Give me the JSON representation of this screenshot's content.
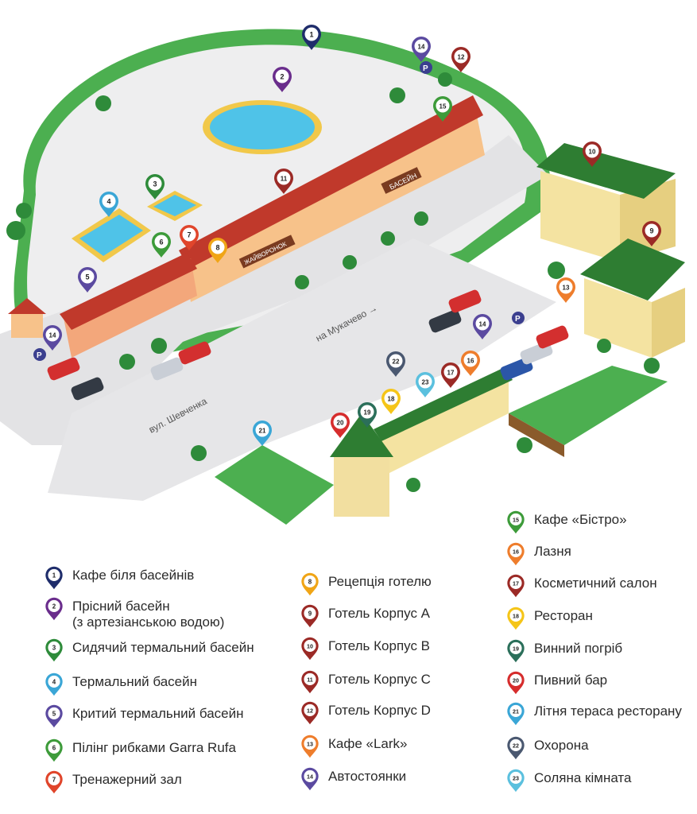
{
  "map": {
    "street_label": "вул. Шевченка",
    "direction_label": "на Мукачево →",
    "bath_sign": "БАСЕЙН",
    "shop_sign": "ЖАЙВОРОНОК",
    "parking_sign": "P"
  },
  "colors": {
    "grass": "#4caf50",
    "dark_grass": "#2e8b3a",
    "road": "#e3e3e5",
    "pool": "#4fc3e8",
    "roof_red": "#c0392b",
    "roof_green": "#2e7d32",
    "wall_yellow": "#f4e3a1",
    "wall_peach": "#f7c28a"
  },
  "legend": [
    {
      "num": "1",
      "label": "Кафе біля басейнів",
      "color": "#1f2d6b",
      "icon": "map-pin-icon"
    },
    {
      "num": "2",
      "label": "Прісний басейн",
      "label2": "(з артезіанською водою)",
      "color": "#6a2d8c",
      "icon": "map-pin-icon"
    },
    {
      "num": "3",
      "label": "Сидячий термальний басейн",
      "color": "#2e8b3a",
      "icon": "map-pin-icon"
    },
    {
      "num": "4",
      "label": "Термальний басейн",
      "color": "#3aa6d6",
      "icon": "map-pin-icon"
    },
    {
      "num": "5",
      "label": "Критий термальний басейн",
      "color": "#5b4aa0",
      "icon": "map-pin-icon"
    },
    {
      "num": "6",
      "label": "Пілінг рибками Garra Rufa",
      "color": "#3d9b3a",
      "icon": "map-pin-icon"
    },
    {
      "num": "7",
      "label": "Тренажерний зал",
      "color": "#e0452b",
      "icon": "map-pin-icon"
    },
    {
      "num": "8",
      "label": "Рецепція готелю",
      "color": "#f0a516",
      "icon": "map-pin-icon"
    },
    {
      "num": "9",
      "label": "Готель Корпус А",
      "color": "#9b2a26",
      "icon": "map-pin-icon"
    },
    {
      "num": "10",
      "label": "Готель Корпус В",
      "color": "#9b2a26",
      "icon": "map-pin-icon"
    },
    {
      "num": "11",
      "label": "Готель Корпус С",
      "color": "#9b2a26",
      "icon": "map-pin-icon"
    },
    {
      "num": "12",
      "label": "Готель Корпус D",
      "color": "#9b2a26",
      "icon": "map-pin-icon"
    },
    {
      "num": "13",
      "label": "Кафе «Lark»",
      "color": "#ee7d2c",
      "icon": "map-pin-icon"
    },
    {
      "num": "14",
      "label": "Автостоянки",
      "color": "#5b4aa0",
      "icon": "map-pin-icon"
    },
    {
      "num": "15",
      "label": "Кафе «Бістро»",
      "color": "#3d9b3a",
      "icon": "map-pin-icon"
    },
    {
      "num": "16",
      "label": "Лазня",
      "color": "#ee7d2c",
      "icon": "map-pin-icon"
    },
    {
      "num": "17",
      "label": "Косметичний салон",
      "color": "#9b2a26",
      "icon": "map-pin-icon"
    },
    {
      "num": "18",
      "label": "Ресторан",
      "color": "#f5c518",
      "icon": "map-pin-icon"
    },
    {
      "num": "19",
      "label": "Винний погріб",
      "color": "#2b6f5a",
      "icon": "map-pin-icon"
    },
    {
      "num": "20",
      "label": "Пивний бар",
      "color": "#d62d2d",
      "icon": "map-pin-icon"
    },
    {
      "num": "21",
      "label": "Літня тераса ресторану",
      "color": "#3aa6d6",
      "icon": "map-pin-icon"
    },
    {
      "num": "22",
      "label": "Охорона",
      "color": "#4a5870",
      "icon": "map-pin-icon"
    },
    {
      "num": "23",
      "label": "Соляна кімната",
      "color": "#5bc0de",
      "icon": "map-pin-icon"
    }
  ]
}
